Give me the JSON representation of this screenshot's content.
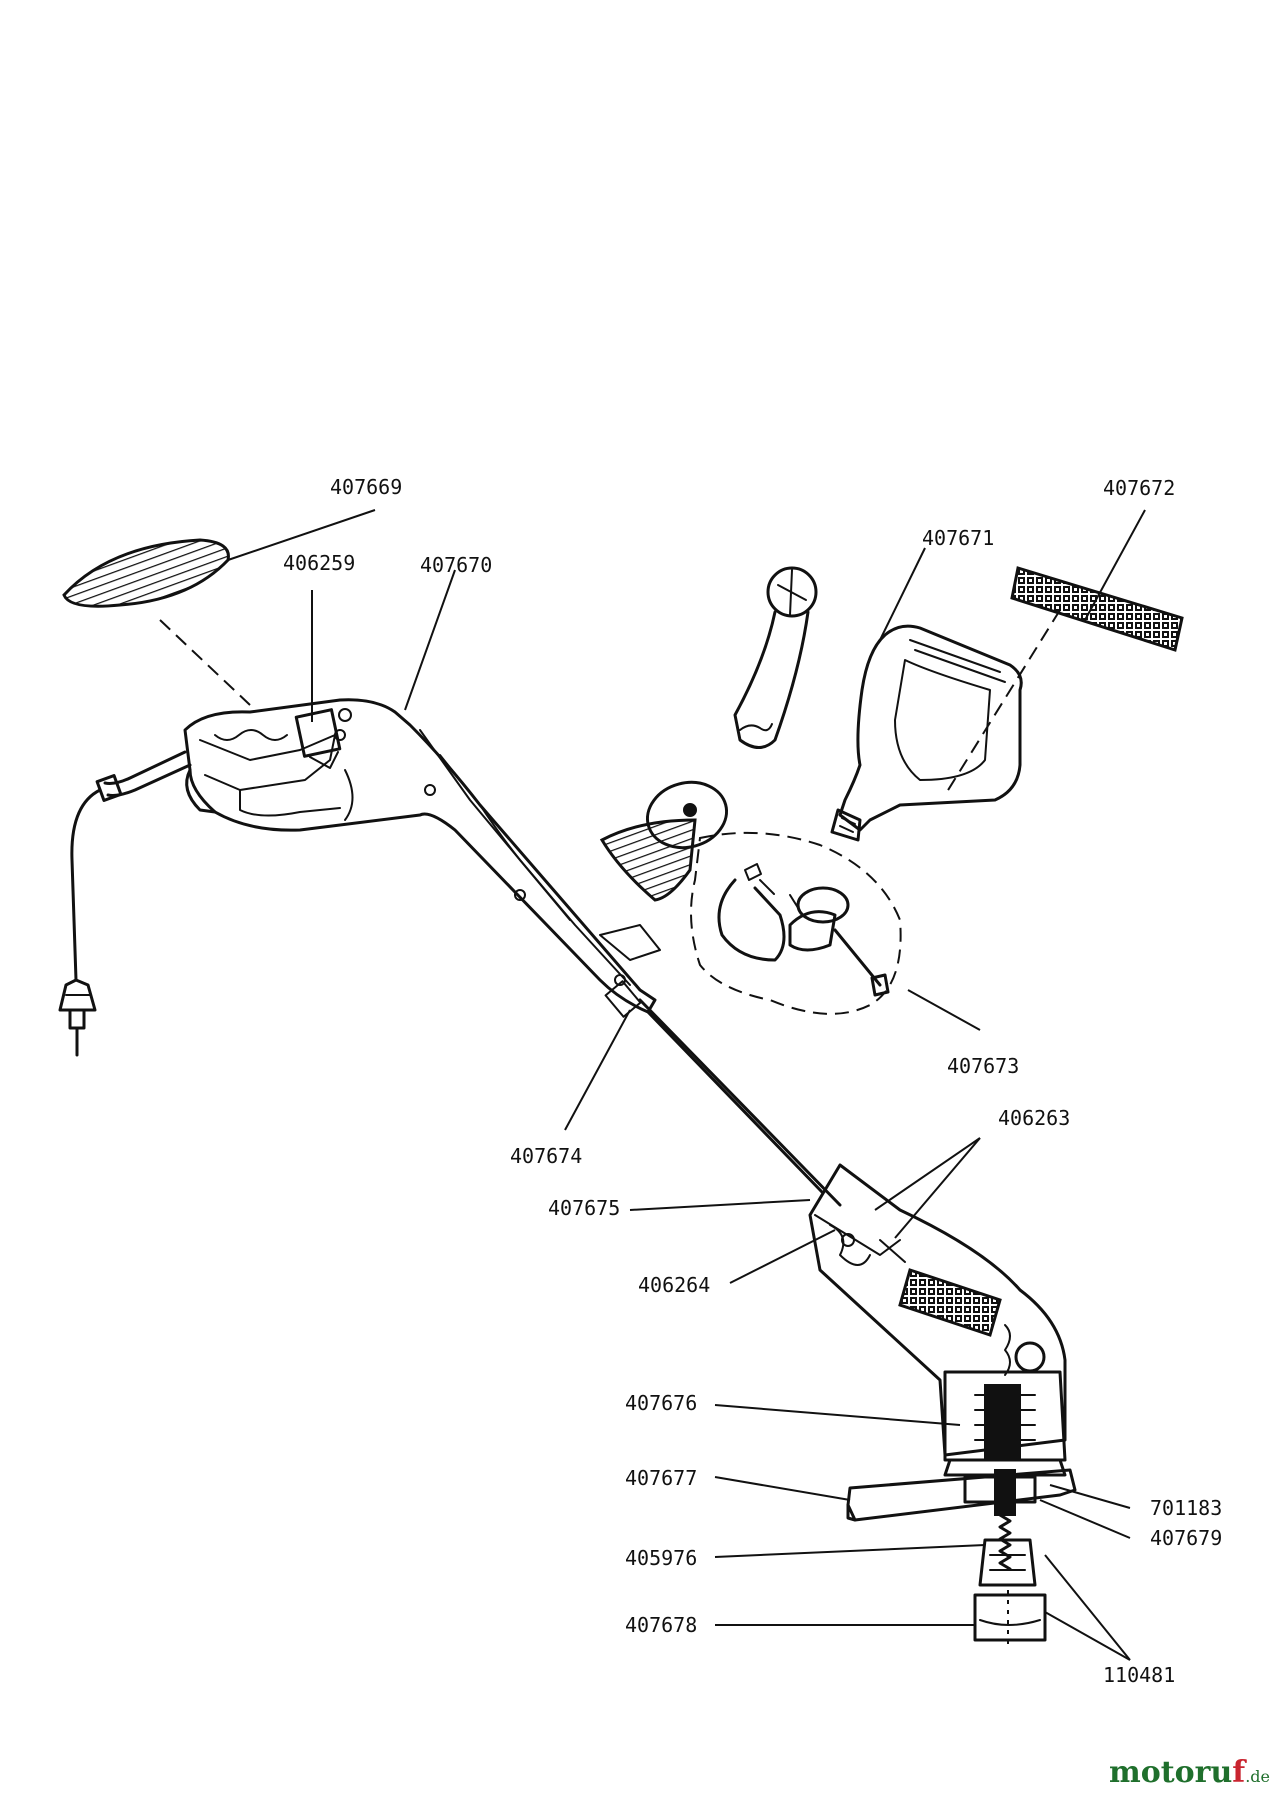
{
  "part_numbers": {
    "p407669": "407669",
    "p406259": "406259",
    "p407670": "407670",
    "p407671": "407671",
    "p407672": "407672",
    "p407673": "407673",
    "p407674": "407674",
    "p407675": "407675",
    "p406263": "406263",
    "p406264": "406264",
    "p407676": "407676",
    "p407677": "407677",
    "p701183": "701183",
    "p407679": "407679",
    "p405976": "405976",
    "p407678": "407678",
    "p110481": "110481"
  },
  "watermark": {
    "brand_start": "motoru",
    "brand_mark": "f",
    "tld": ".de",
    "brand_color": "#1f6f2c",
    "mark_color": "#c9242f"
  },
  "colors": {
    "ink": "#111111",
    "background": "#ffffff"
  }
}
